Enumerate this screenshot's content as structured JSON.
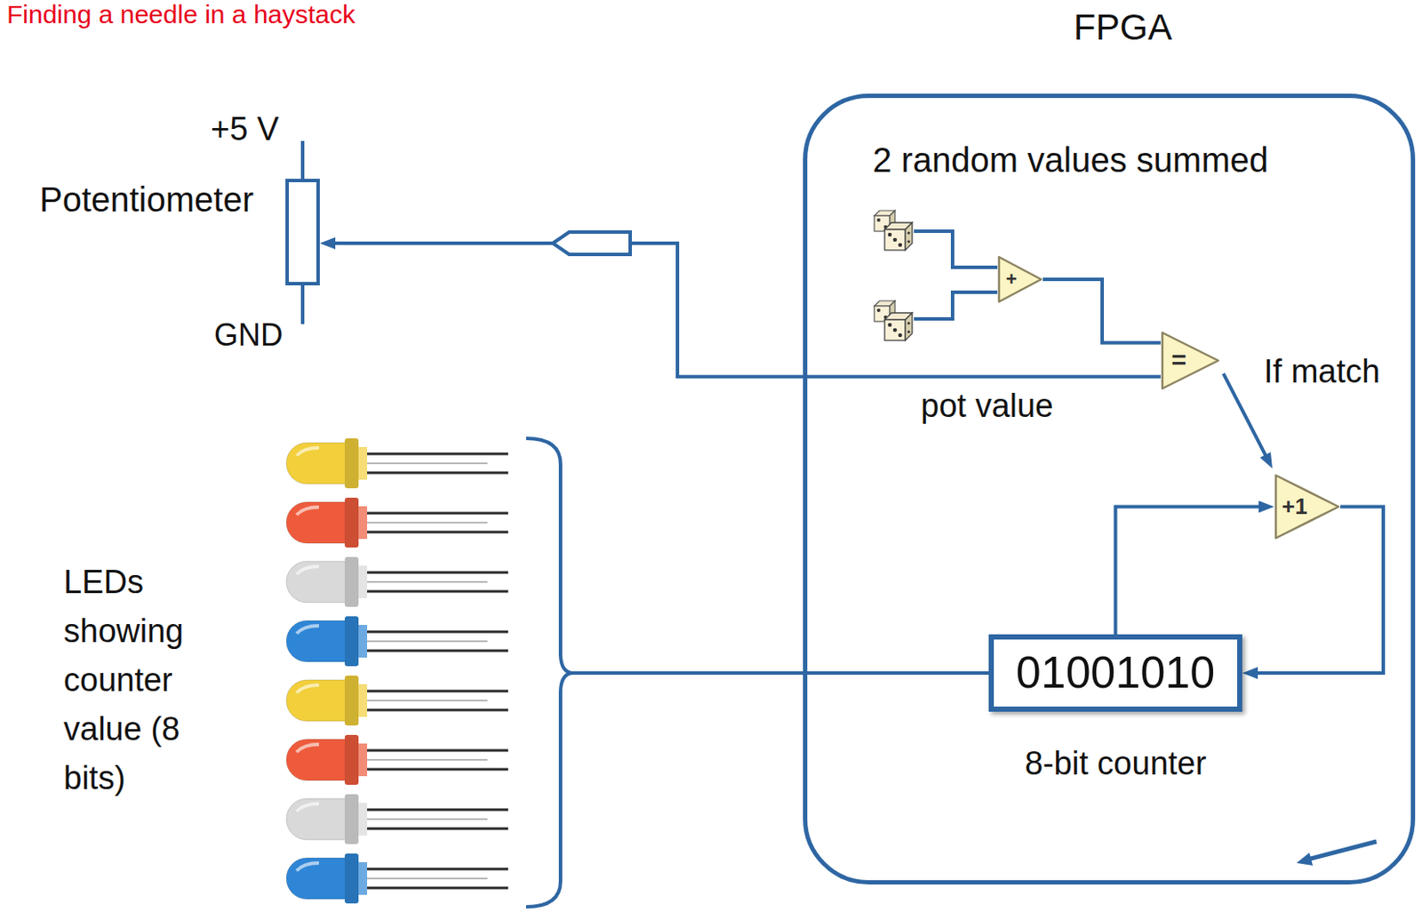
{
  "diagram": {
    "title": "Finding a needle in a haystack",
    "nodes": [
      {
        "text": [
          "Potentiometer"
        ]
      },
      {
        "text": [
          "FPGA"
        ]
      },
      {
        "text": [
          "+"
        ],
        "in": 1
      },
      {
        "text": [
          "="
        ],
        "in": 1
      },
      {
        "text": [
          "+1"
        ],
        "in": 1
      },
      {
        "text": [
          "01001010",
          "8-bit counter"
        ],
        "in": 1
      },
      {
        "text": [
          "LEDs showing counter value (8 bits)"
        ]
      }
    ],
    "edges": [
      {
        "from": 2,
        "to": 3,
        "arrow": "none"
      },
      {
        "from": 3,
        "to": 0,
        "arrow": "to",
        "label": "pot value"
      },
      {
        "from": 3,
        "to": 4,
        "arrow": "to",
        "label": "If match"
      },
      {
        "from": 5,
        "to": 4,
        "arrow": "to"
      },
      {
        "from": 4,
        "to": 5,
        "arrow": "to"
      },
      {
        "from": 5,
        "to": 6,
        "arrow": "none"
      }
    ],
    "labels": [
      "+5 V",
      "GND",
      "2 random values summed"
    ]
  }
}
